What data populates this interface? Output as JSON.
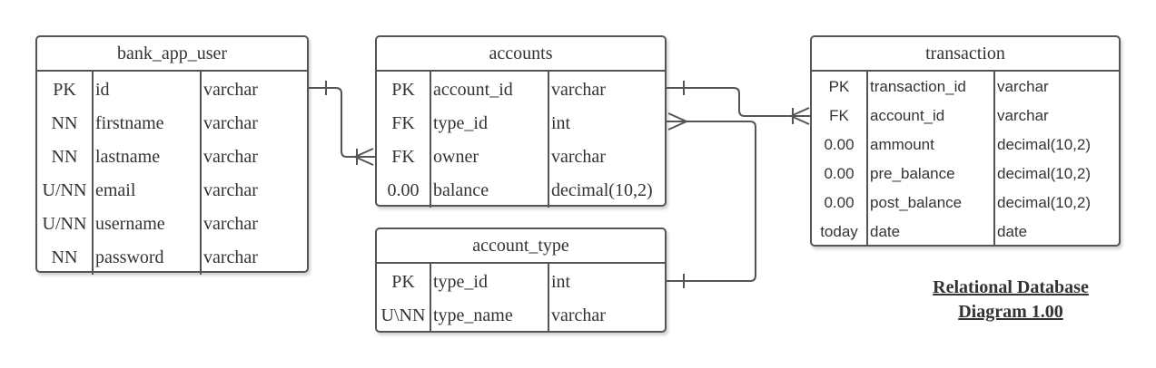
{
  "tables": {
    "bank_app_user": {
      "title": "bank_app_user",
      "rows": [
        {
          "key": "PK",
          "name": "id",
          "type": "varchar"
        },
        {
          "key": "NN",
          "name": "firstname",
          "type": "varchar"
        },
        {
          "key": "NN",
          "name": "lastname",
          "type": "varchar"
        },
        {
          "key": "U/NN",
          "name": "email",
          "type": "varchar"
        },
        {
          "key": "U/NN",
          "name": "username",
          "type": "varchar"
        },
        {
          "key": "NN",
          "name": "password",
          "type": "varchar"
        }
      ]
    },
    "accounts": {
      "title": "accounts",
      "rows": [
        {
          "key": "PK",
          "name": "account_id",
          "type": "varchar"
        },
        {
          "key": "FK",
          "name": "type_id",
          "type": "int"
        },
        {
          "key": "FK",
          "name": "owner",
          "type": "varchar"
        },
        {
          "key": "0.00",
          "name": "balance",
          "type": "decimal(10,2)"
        }
      ]
    },
    "account_type": {
      "title": "account_type",
      "rows": [
        {
          "key": "PK",
          "name": "type_id",
          "type": "int"
        },
        {
          "key": "U\\NN",
          "name": "type_name",
          "type": "varchar"
        }
      ]
    },
    "transaction": {
      "title": "transaction",
      "rows": [
        {
          "key": "PK",
          "name": "transaction_id",
          "type": "varchar"
        },
        {
          "key": "FK",
          "name": "account_id",
          "type": "varchar"
        },
        {
          "key": "0.00",
          "name": "ammount",
          "type": "decimal(10,2)"
        },
        {
          "key": "0.00",
          "name": "pre_balance",
          "type": "decimal(10,2)"
        },
        {
          "key": "0.00",
          "name": "post_balance",
          "type": "decimal(10,2)"
        },
        {
          "key": "today",
          "name": "date",
          "type": "date"
        }
      ]
    }
  },
  "caption": {
    "line1": "Relational Database",
    "line2": "Diagram 1.00"
  }
}
